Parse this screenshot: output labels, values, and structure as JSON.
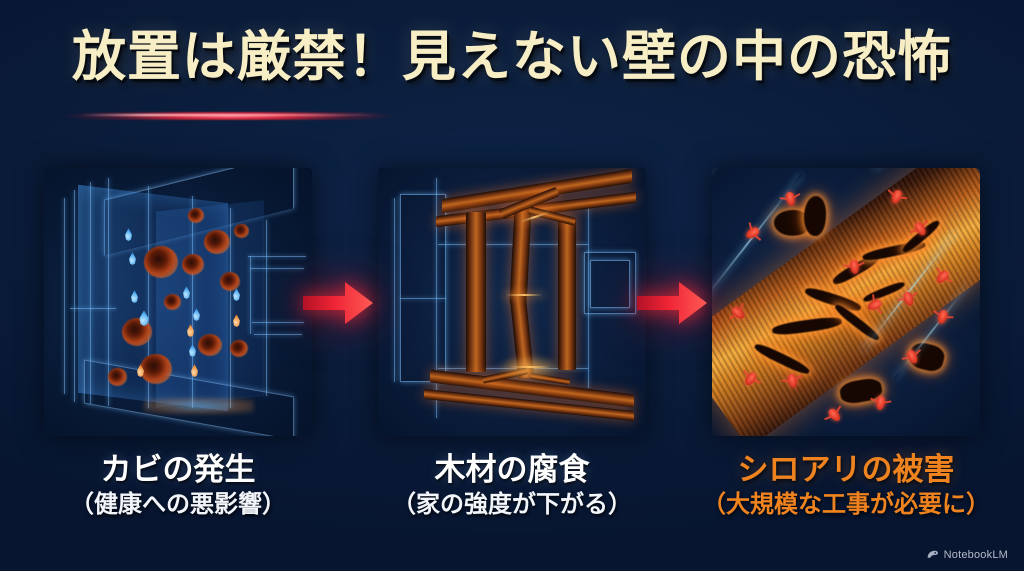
{
  "slide": {
    "title": "放置は厳禁！見えない壁の中の恐怖",
    "background_color": "#0a1c3a",
    "title_color": "#f7eec6",
    "accent_color": "#e2283c",
    "highlight_color": "#ef8320"
  },
  "panels": [
    {
      "id": "mold",
      "art_name": "wall-interior-mold-illustration",
      "caption_main": "カビの発生",
      "caption_sub": "（健康への悪影響）",
      "caption_color": "#ffffff"
    },
    {
      "id": "wood-rot",
      "art_name": "rotten-timber-frame-illustration",
      "caption_main": "木材の腐食",
      "caption_sub": "（家の強度が下がる）",
      "caption_color": "#ffffff"
    },
    {
      "id": "termite",
      "art_name": "termite-damaged-beam-illustration",
      "caption_main": "シロアリの被害",
      "caption_sub": "（大規模な工事が必要に）",
      "caption_color": "#ef8320"
    }
  ],
  "arrows": [
    {
      "name": "progression-arrow-1",
      "direction": "right",
      "color": "#e8202e"
    },
    {
      "name": "progression-arrow-2",
      "direction": "right",
      "color": "#e8202e"
    }
  ],
  "watermark": {
    "label": "NotebookLM",
    "icon": "notebooklm-icon"
  }
}
